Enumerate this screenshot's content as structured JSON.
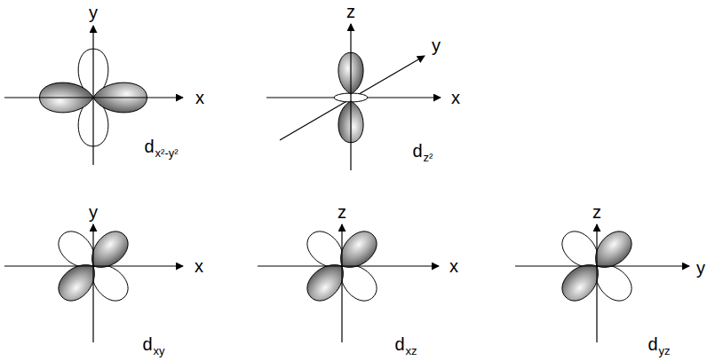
{
  "diagram": {
    "labels": [
      "y",
      "x",
      "z",
      "y",
      "x",
      "y",
      "x",
      "z",
      "x",
      "z",
      "y",
      "d",
      "x²-y²",
      "d",
      "z²",
      "d",
      "xy",
      "d",
      "xz",
      "d",
      "yz"
    ]
  }
}
